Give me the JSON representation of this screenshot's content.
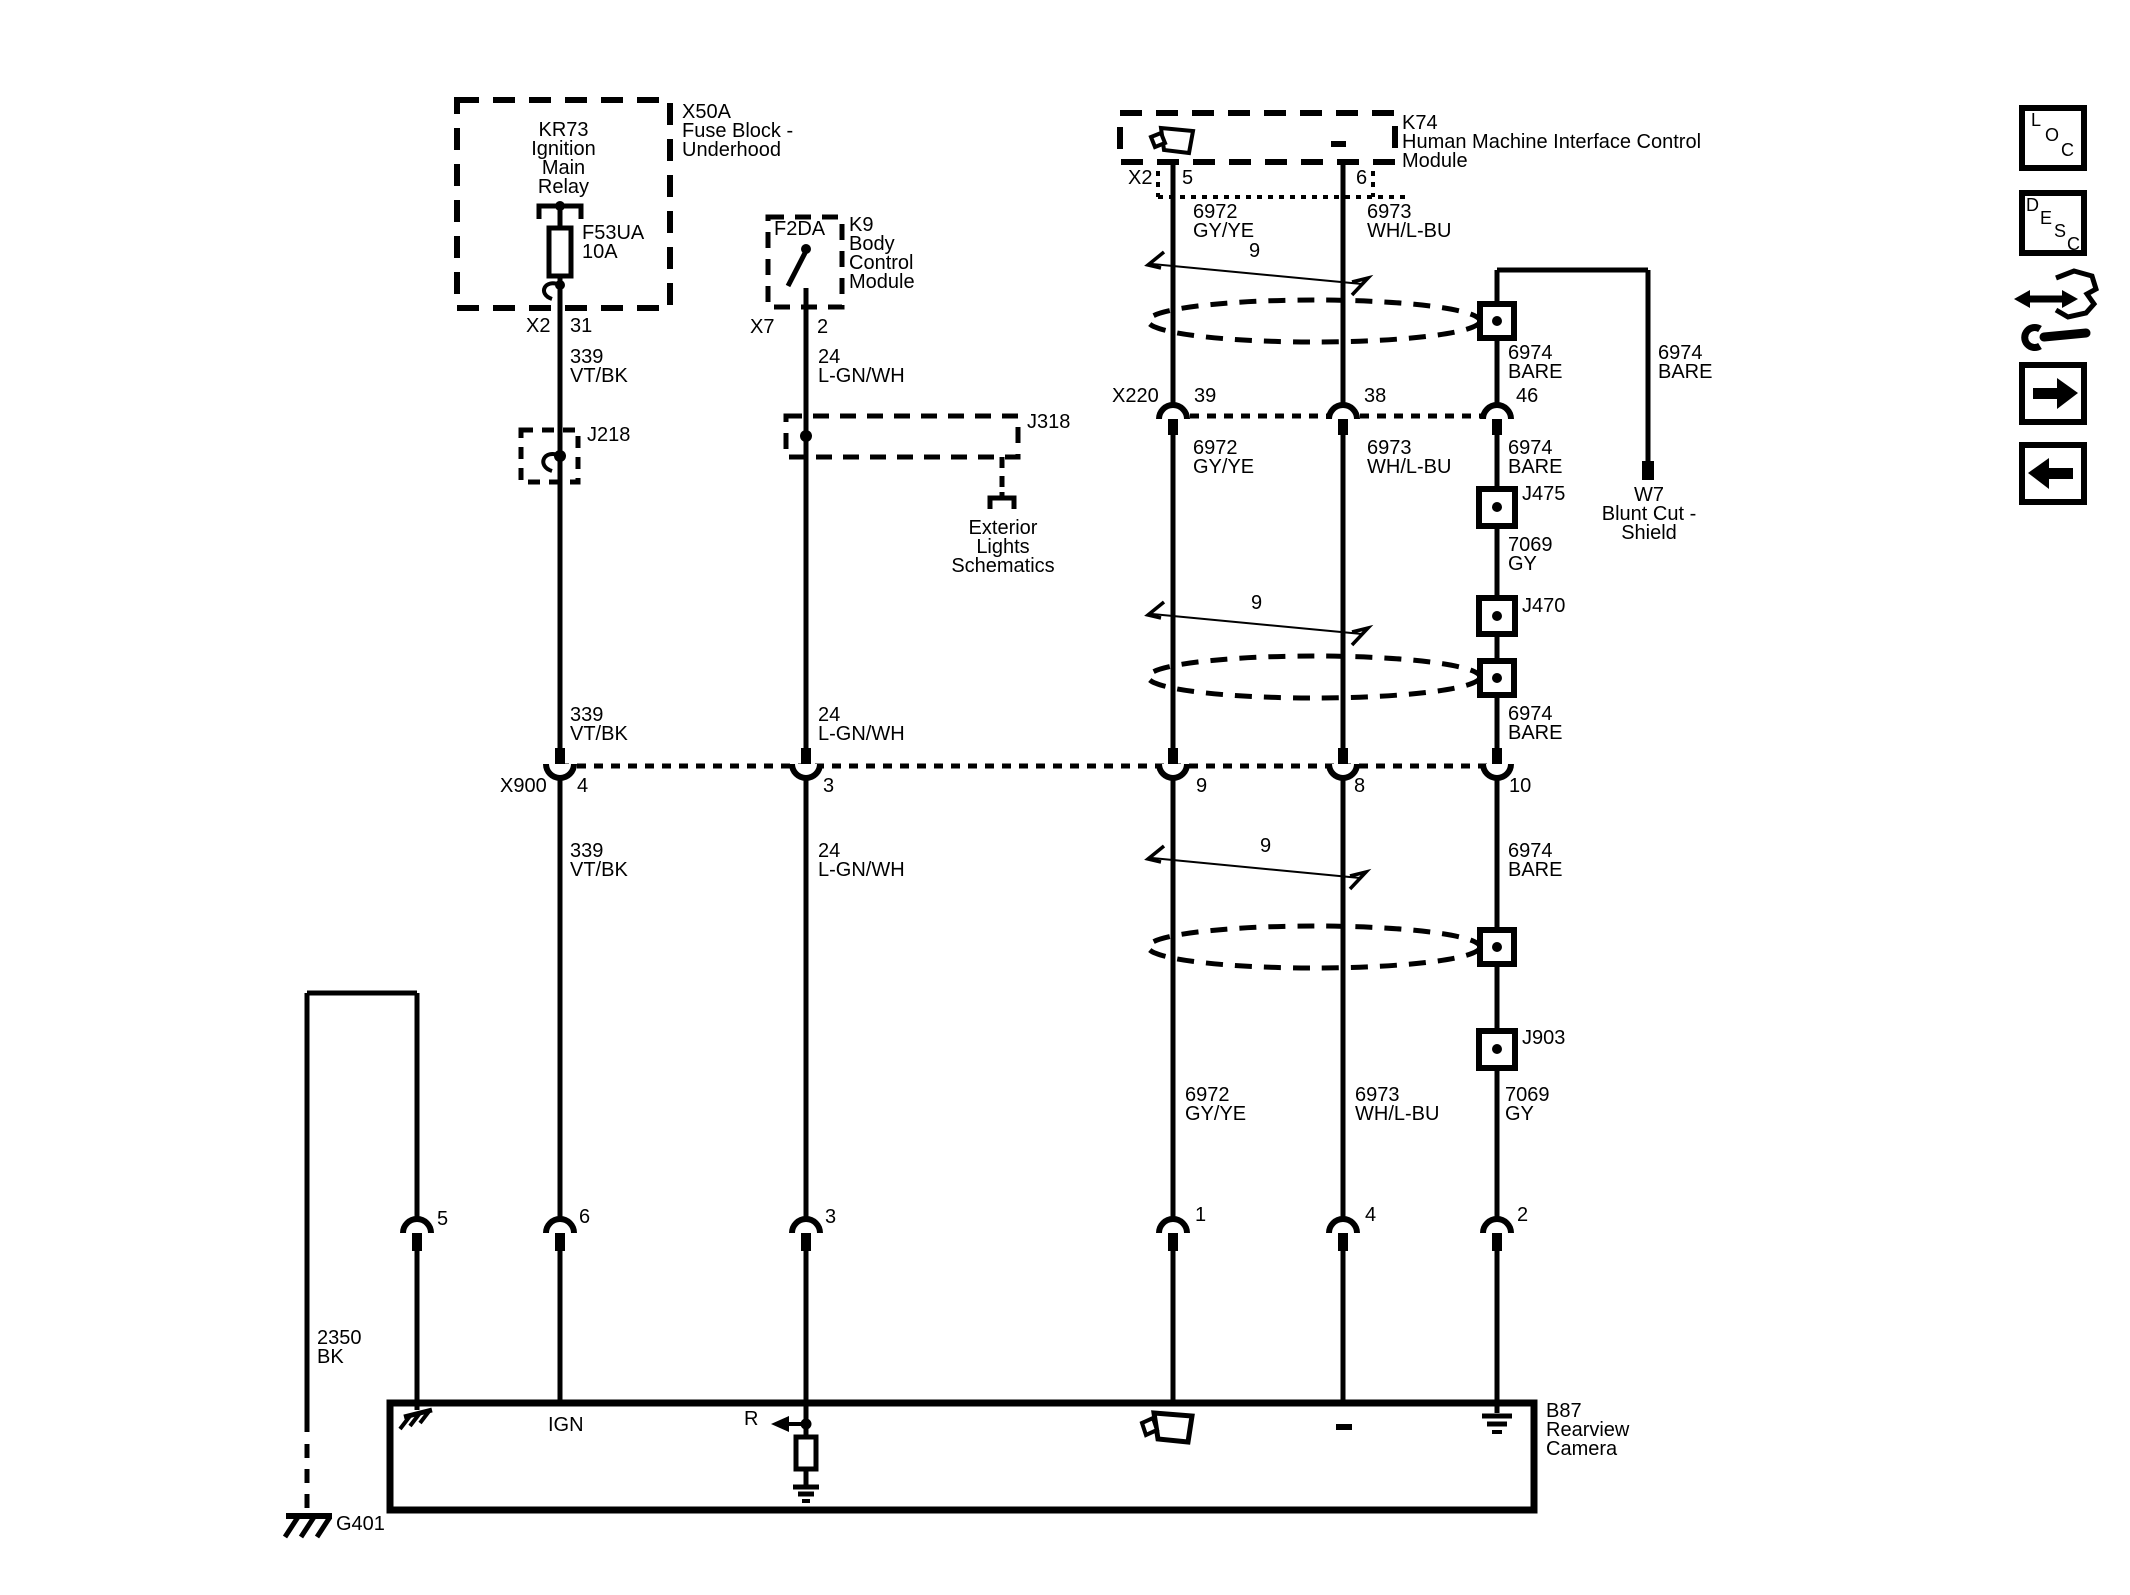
{
  "modules": {
    "fuse_block": {
      "id": "X50A",
      "name1": "Fuse Block -",
      "name2": "Underhood"
    },
    "relay": {
      "id": "KR73",
      "name1": "Ignition",
      "name2": "Main",
      "name3": "Relay"
    },
    "fuse": {
      "id": "F53UA",
      "rating": "10A"
    },
    "relay_conn": {
      "conn": "X2",
      "pin": "31"
    },
    "bcm": {
      "fuse": "F2DA",
      "id": "K9",
      "name1": "Body",
      "name2": "Control",
      "name3": "Module",
      "conn": "X7",
      "pin": "2"
    },
    "hmi": {
      "id": "K74",
      "name1": "Human Machine Interface Control",
      "name2": "Module",
      "conn": "X2",
      "pin_video": "5",
      "pin_return": "6"
    },
    "camera": {
      "id": "B87",
      "name1": "Rearview",
      "name2": "Camera",
      "ign": "IGN",
      "r": "R",
      "pins": [
        "5",
        "6",
        "3",
        "1",
        "4",
        "2"
      ]
    },
    "blunt_cut": {
      "id": "W7",
      "name1": "Blunt Cut -",
      "name2": "Shield"
    },
    "ground": {
      "id": "G401"
    }
  },
  "wires": {
    "ignition": {
      "circuit": "339",
      "color": "VT/BK"
    },
    "reverse": {
      "circuit": "24",
      "color": "L-GN/WH"
    },
    "video": {
      "circuit": "6972",
      "color": "GY/YE"
    },
    "video_return": {
      "circuit": "6973",
      "color": "WH/L-BU"
    },
    "shield": {
      "circuit": "6974",
      "color": "BARE"
    },
    "drain": {
      "circuit": "7069",
      "color": "GY"
    },
    "ground": {
      "circuit": "2350",
      "color": "BK"
    }
  },
  "connectors": {
    "x220": {
      "id": "X220",
      "pin_video": "39",
      "pin_return": "38",
      "pin_shield": "46"
    },
    "x900": {
      "id": "X900",
      "pin_ign": "4",
      "pin_rev": "3",
      "pin_video": "9",
      "pin_return": "8",
      "pin_shield": "10"
    }
  },
  "splices": {
    "j218": "J218",
    "j318": "J318",
    "j475": "J475",
    "j470": "J470",
    "j903": "J903"
  },
  "callout": {
    "twisted_pair": "9"
  },
  "note": {
    "line1": "Exterior",
    "line2": "Lights",
    "line3": "Schematics"
  },
  "sidebar": {
    "loc": [
      "L",
      "O",
      "C"
    ],
    "desc": [
      "D",
      "E",
      "S",
      "C"
    ]
  },
  "colors": {
    "ink": "#000000",
    "paper": "#ffffff"
  }
}
